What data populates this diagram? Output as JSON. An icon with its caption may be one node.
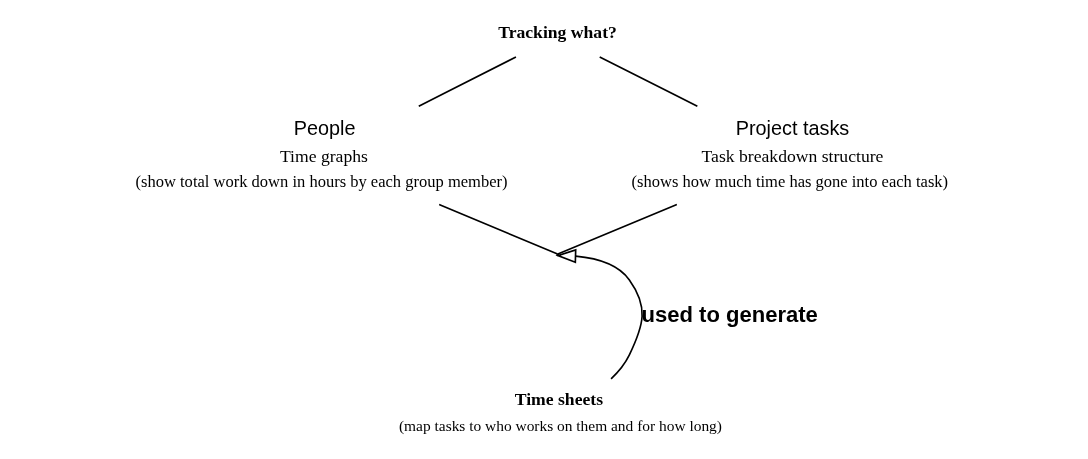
{
  "diagram": {
    "nodes": [
      {
        "text": [
          "Tracking what?"
        ]
      },
      {
        "text": [
          "People",
          "Time graphs",
          "(show total work down in hours by each group member)"
        ]
      },
      {
        "text": [
          "Project tasks",
          "Task breakdown structure",
          "(shows how much time has gone into each task)"
        ]
      },
      {
        "text": [],
        "shape": "point"
      },
      {
        "text": [
          "Time sheets",
          "(map tasks to who works on them and for how long)"
        ]
      }
    ],
    "edges": [
      {
        "from": 0,
        "to": 1,
        "arrow": "none"
      },
      {
        "from": 0,
        "to": 2,
        "arrow": "none"
      },
      {
        "from": 1,
        "to": 3,
        "arrow": "none"
      },
      {
        "from": 2,
        "to": 3,
        "arrow": "none"
      },
      {
        "from": 4,
        "to": 3,
        "arrow": "to",
        "label": "used to generate"
      }
    ]
  }
}
